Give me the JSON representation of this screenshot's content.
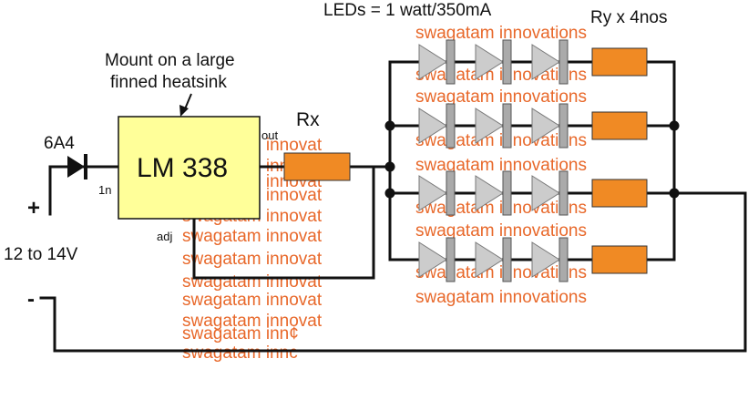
{
  "labels": {
    "led_spec": "LEDs = 1 watt/350mA",
    "ry": "Ry x 4nos",
    "mount_note_line1": "Mount on a large",
    "mount_note_line2": "finned heatsink",
    "rx": "Rx",
    "diode": "6A4",
    "regulator": "LM 338",
    "pin_out": "out",
    "pin_in": "1n",
    "pin_adj": "adj",
    "plus": "+",
    "minus": "-",
    "voltage": "12 to 14V"
  },
  "watermark": {
    "text": "swagatam innovations",
    "color": "#e8682a",
    "partial": [
      "swagatam innovat",
      "swagatam innovat",
      "swagatam innovat",
      "swagatam innovat",
      "swagatam innovat",
      "swagatam innovat",
      "swagatam innovat",
      "swagatam innovat",
      "swagatam innovat",
      "swagatam inn¢",
      "swagatam innc",
      "swagatam innovat"
    ]
  },
  "colors": {
    "regulator_fill": "#ffff99",
    "resistor_fill": "#f08a24",
    "led_body": "#cccccc",
    "wire": "#111111"
  },
  "led_strings": 4,
  "leds_per_string": 3
}
